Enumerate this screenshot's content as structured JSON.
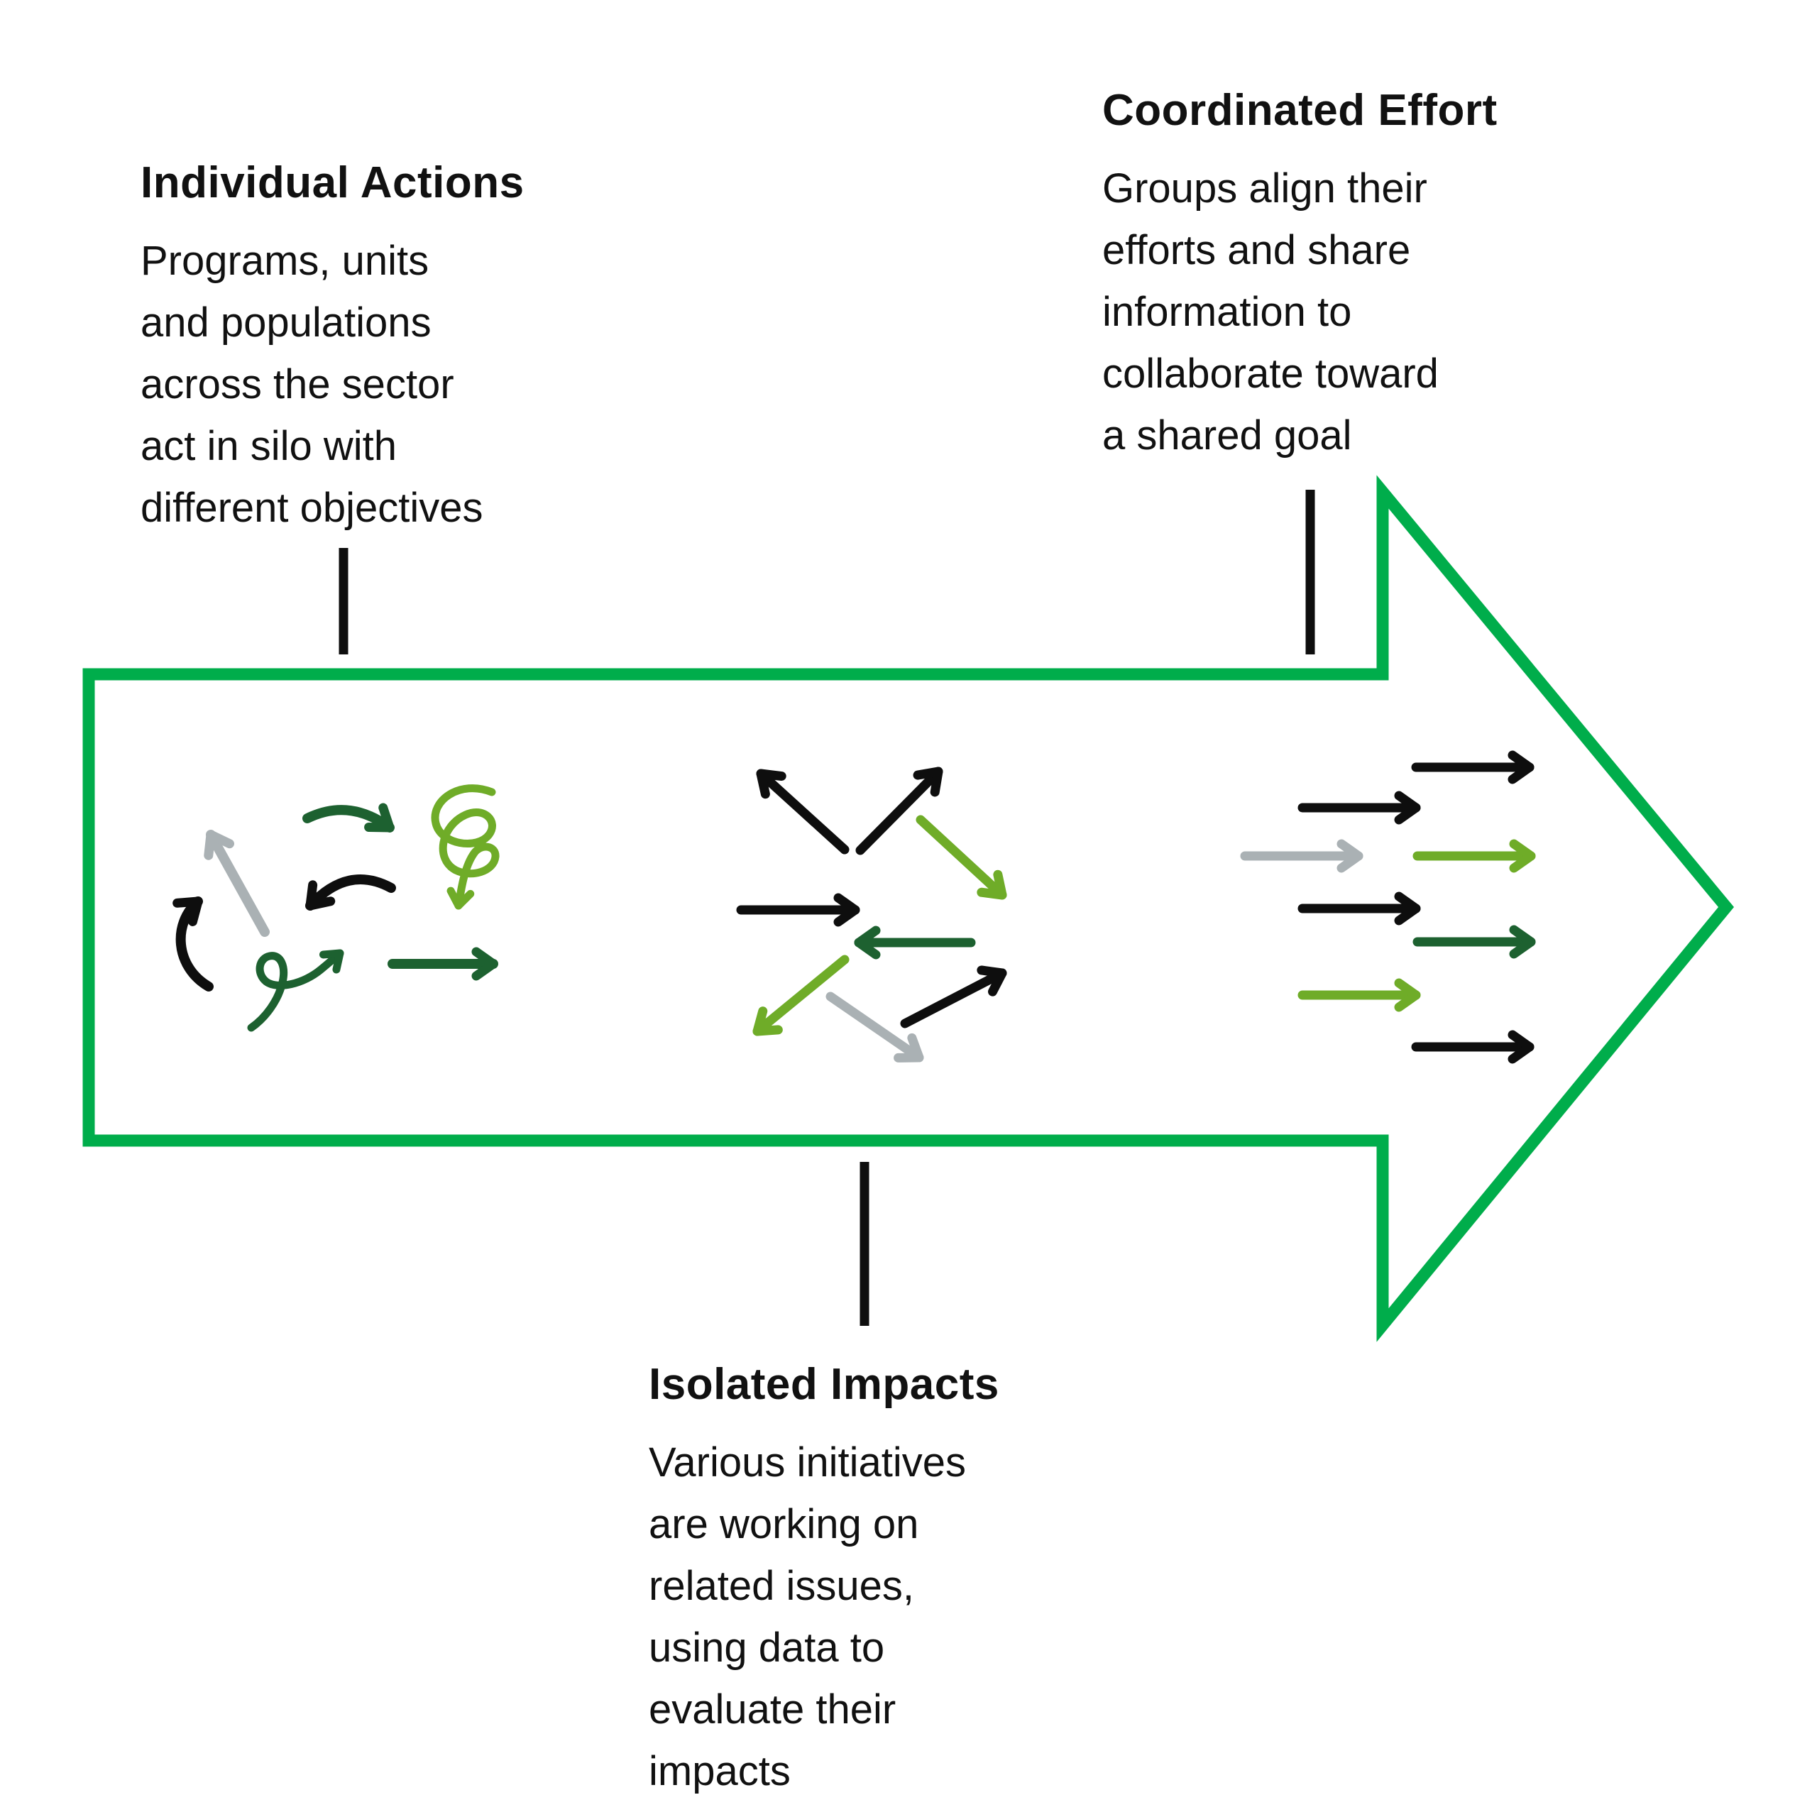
{
  "figure": {
    "type": "process-arrow-diagram",
    "direction": "left-to-right"
  },
  "colors": {
    "outline_green": "#00AD4B",
    "dark_green": "#1D6130",
    "light_green": "#6FAC28",
    "gray": "#AAB1B4",
    "black": "#0E0E0E",
    "text": "#111111",
    "background": "#FFFFFF"
  },
  "stages": [
    {
      "id": "individual-actions",
      "title": "Individual Actions",
      "lines": [
        "Programs, units",
        "and populations",
        "across the sector",
        "act in silo with",
        "different objectives"
      ]
    },
    {
      "id": "coordinated-effort",
      "title": "Coordinated Effort",
      "lines": [
        "Groups align their",
        "efforts and share",
        "information to",
        "collaborate toward",
        "a shared goal"
      ]
    },
    {
      "id": "isolated-impacts",
      "title": "Isolated Impacts",
      "lines": [
        "Various initiatives",
        "are working on",
        "related issues,",
        "using data to",
        "evaluate their",
        "impacts"
      ]
    }
  ],
  "clusters": [
    {
      "name": "individual-actions-arrows",
      "style": "chaotic",
      "arrows": [
        {
          "shape": "hook-curve",
          "color": "black",
          "direction": "up-right"
        },
        {
          "shape": "straight",
          "color": "gray",
          "direction": "up-left"
        },
        {
          "shape": "arc",
          "color": "dark-green",
          "direction": "down-right"
        },
        {
          "shape": "spiral",
          "color": "light-green",
          "direction": "down"
        },
        {
          "shape": "arc",
          "color": "black",
          "direction": "down-left"
        },
        {
          "shape": "loop",
          "color": "dark-green",
          "direction": "up-right"
        },
        {
          "shape": "straight",
          "color": "dark-green",
          "direction": "right"
        }
      ]
    },
    {
      "name": "isolated-impacts-arrows",
      "style": "radiating",
      "arrows": [
        {
          "shape": "straight",
          "color": "black",
          "direction": "up-left"
        },
        {
          "shape": "straight",
          "color": "black",
          "direction": "up-right"
        },
        {
          "shape": "straight",
          "color": "light-green",
          "direction": "down-right"
        },
        {
          "shape": "straight",
          "color": "black",
          "direction": "right"
        },
        {
          "shape": "straight",
          "color": "dark-green",
          "direction": "left"
        },
        {
          "shape": "straight",
          "color": "light-green",
          "direction": "down-left"
        },
        {
          "shape": "straight",
          "color": "gray",
          "direction": "down-right"
        },
        {
          "shape": "straight",
          "color": "black",
          "direction": "up-right"
        }
      ]
    },
    {
      "name": "coordinated-effort-arrows",
      "style": "aligned",
      "arrows": [
        {
          "shape": "straight",
          "color": "black",
          "direction": "right"
        },
        {
          "shape": "straight",
          "color": "black",
          "direction": "right"
        },
        {
          "shape": "straight",
          "color": "gray",
          "direction": "right"
        },
        {
          "shape": "straight",
          "color": "light-green",
          "direction": "right"
        },
        {
          "shape": "straight",
          "color": "black",
          "direction": "right"
        },
        {
          "shape": "straight",
          "color": "dark-green",
          "direction": "right"
        },
        {
          "shape": "straight",
          "color": "light-green",
          "direction": "right"
        },
        {
          "shape": "straight",
          "color": "black",
          "direction": "right"
        }
      ]
    }
  ]
}
